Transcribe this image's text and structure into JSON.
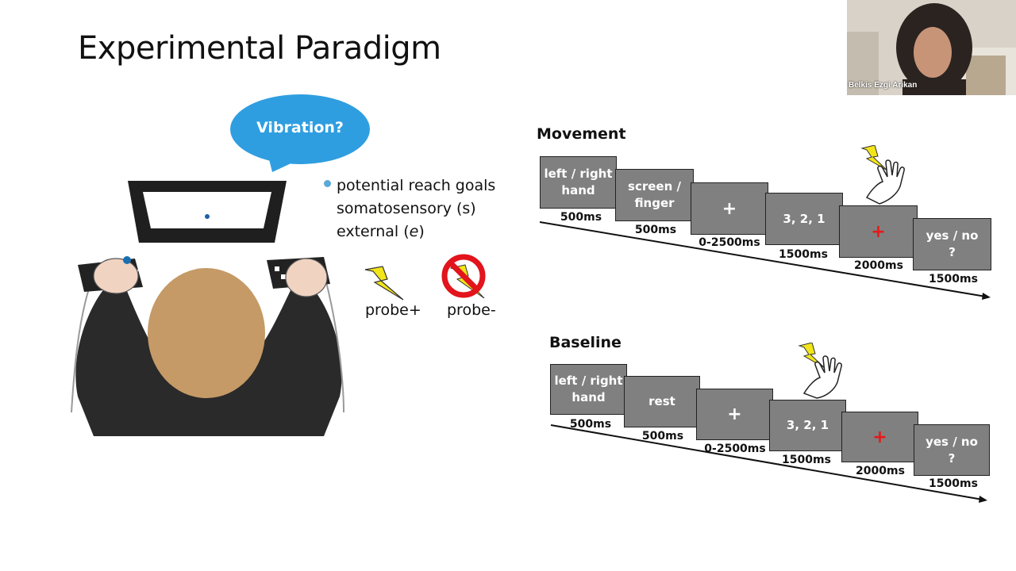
{
  "slide": {
    "title": "Experimental Paradigm",
    "bubble": "Vibration?",
    "goals": {
      "line1": "potential reach goals",
      "line2": "somatosensory (s)",
      "line3_prefix": "external (",
      "line3_italic": "e",
      "line3_suffix": ")"
    },
    "probe_plus": "probe+",
    "probe_minus": "probe-"
  },
  "movement": {
    "title": "Movement",
    "steps": [
      {
        "label": "left / right\nhand",
        "duration": "500ms"
      },
      {
        "label": "screen /\nfinger",
        "duration": "500ms"
      },
      {
        "label": "+",
        "duration": "0-2500ms"
      },
      {
        "label": "3, 2, 1",
        "duration": "1500ms"
      },
      {
        "label": "+",
        "duration": "2000ms"
      },
      {
        "label": "yes / no\n?",
        "duration": "1500ms"
      }
    ]
  },
  "baseline": {
    "title": "Baseline",
    "steps": [
      {
        "label": "left / right\nhand",
        "duration": "500ms"
      },
      {
        "label": "rest",
        "duration": "500ms"
      },
      {
        "label": "+",
        "duration": "0-2500ms"
      },
      {
        "label": "3, 2, 1",
        "duration": "1500ms"
      },
      {
        "label": "+",
        "duration": "2000ms"
      },
      {
        "label": "yes / no\n?",
        "duration": "1500ms"
      }
    ]
  },
  "video": {
    "participant_name": "Belkis Ezgi Arikan"
  },
  "colors": {
    "bubble": "#2f9ee0",
    "box": "#808080",
    "red_cross": "#e81818",
    "bolt": "#f2e51a",
    "head": "#c59a66",
    "body": "#2a2a2a",
    "no_sign": "#e2141c"
  }
}
